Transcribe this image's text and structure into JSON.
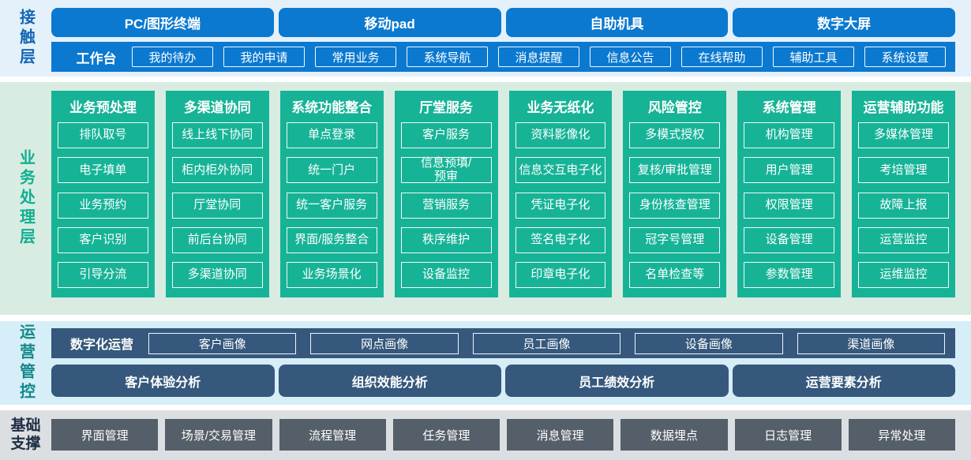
{
  "layers": {
    "contact": {
      "label": "接触层",
      "devices": [
        "PC/图形终端",
        "移动pad",
        "自助机具",
        "数字大屏"
      ],
      "workbench": {
        "label": "工作台",
        "items": [
          "我的待办",
          "我的申请",
          "常用业务",
          "系统导航",
          "消息提醒",
          "信息公告",
          "在线帮助",
          "辅助工具",
          "系统设置"
        ]
      }
    },
    "business": {
      "label": "业务处理层",
      "columns": [
        {
          "title": "业务预处理",
          "items": [
            "排队取号",
            "电子填单",
            "业务预约",
            "客户识别",
            "引导分流"
          ]
        },
        {
          "title": "多渠道协同",
          "items": [
            "线上线下协同",
            "柜内柜外协同",
            "厅堂协同",
            "前后台协同",
            "多渠道协同"
          ]
        },
        {
          "title": "系统功能整合",
          "items": [
            "单点登录",
            "统一门户",
            "统一客户服务",
            "界面/服务整合",
            "业务场景化"
          ]
        },
        {
          "title": "厅堂服务",
          "items": [
            "客户服务",
            "信息预填/\n预审",
            "营销服务",
            "秩序维护",
            "设备监控"
          ]
        },
        {
          "title": "业务无纸化",
          "items": [
            "资料影像化",
            "信息交互电子化",
            "凭证电子化",
            "签名电子化",
            "印章电子化"
          ]
        },
        {
          "title": "风险管控",
          "items": [
            "多模式授权",
            "复核/审批管理",
            "身份核查管理",
            "冠字号管理",
            "名单检查等"
          ]
        },
        {
          "title": "系统管理",
          "items": [
            "机构管理",
            "用户管理",
            "权限管理",
            "设备管理",
            "参数管理"
          ]
        },
        {
          "title": "运营辅助功能",
          "items": [
            "多媒体管理",
            "考培管理",
            "故障上报",
            "运营监控",
            "运维监控"
          ]
        }
      ]
    },
    "operations": {
      "label": "运营管控",
      "digital_ops": {
        "label": "数字化运营",
        "items": [
          "客户画像",
          "网点画像",
          "员工画像",
          "设备画像",
          "渠道画像"
        ]
      },
      "analysis": [
        "客户体验分析",
        "组织效能分析",
        "员工绩效分析",
        "运营要素分析"
      ]
    },
    "foundation": {
      "label": "基础支撑",
      "items": [
        "界面管理",
        "场景/交易管理",
        "流程管理",
        "任务管理",
        "消息管理",
        "数据埋点",
        "日志管理",
        "异常处理"
      ]
    }
  },
  "colors": {
    "primary_blue": "#0b79d0",
    "teal_green": "#17b397",
    "slate_blue": "#35587c",
    "dark_gray": "#555f69",
    "contact_band_bg": "#e4f1fb",
    "business_band_bg": "#d9ece2",
    "operations_band_bg": "#d6eef7",
    "foundation_band_bg": "#dcdfe2",
    "contact_label": "#1566b5",
    "business_label": "#10af90",
    "operations_label": "#13898b",
    "foundation_label": "#1d2d42"
  }
}
